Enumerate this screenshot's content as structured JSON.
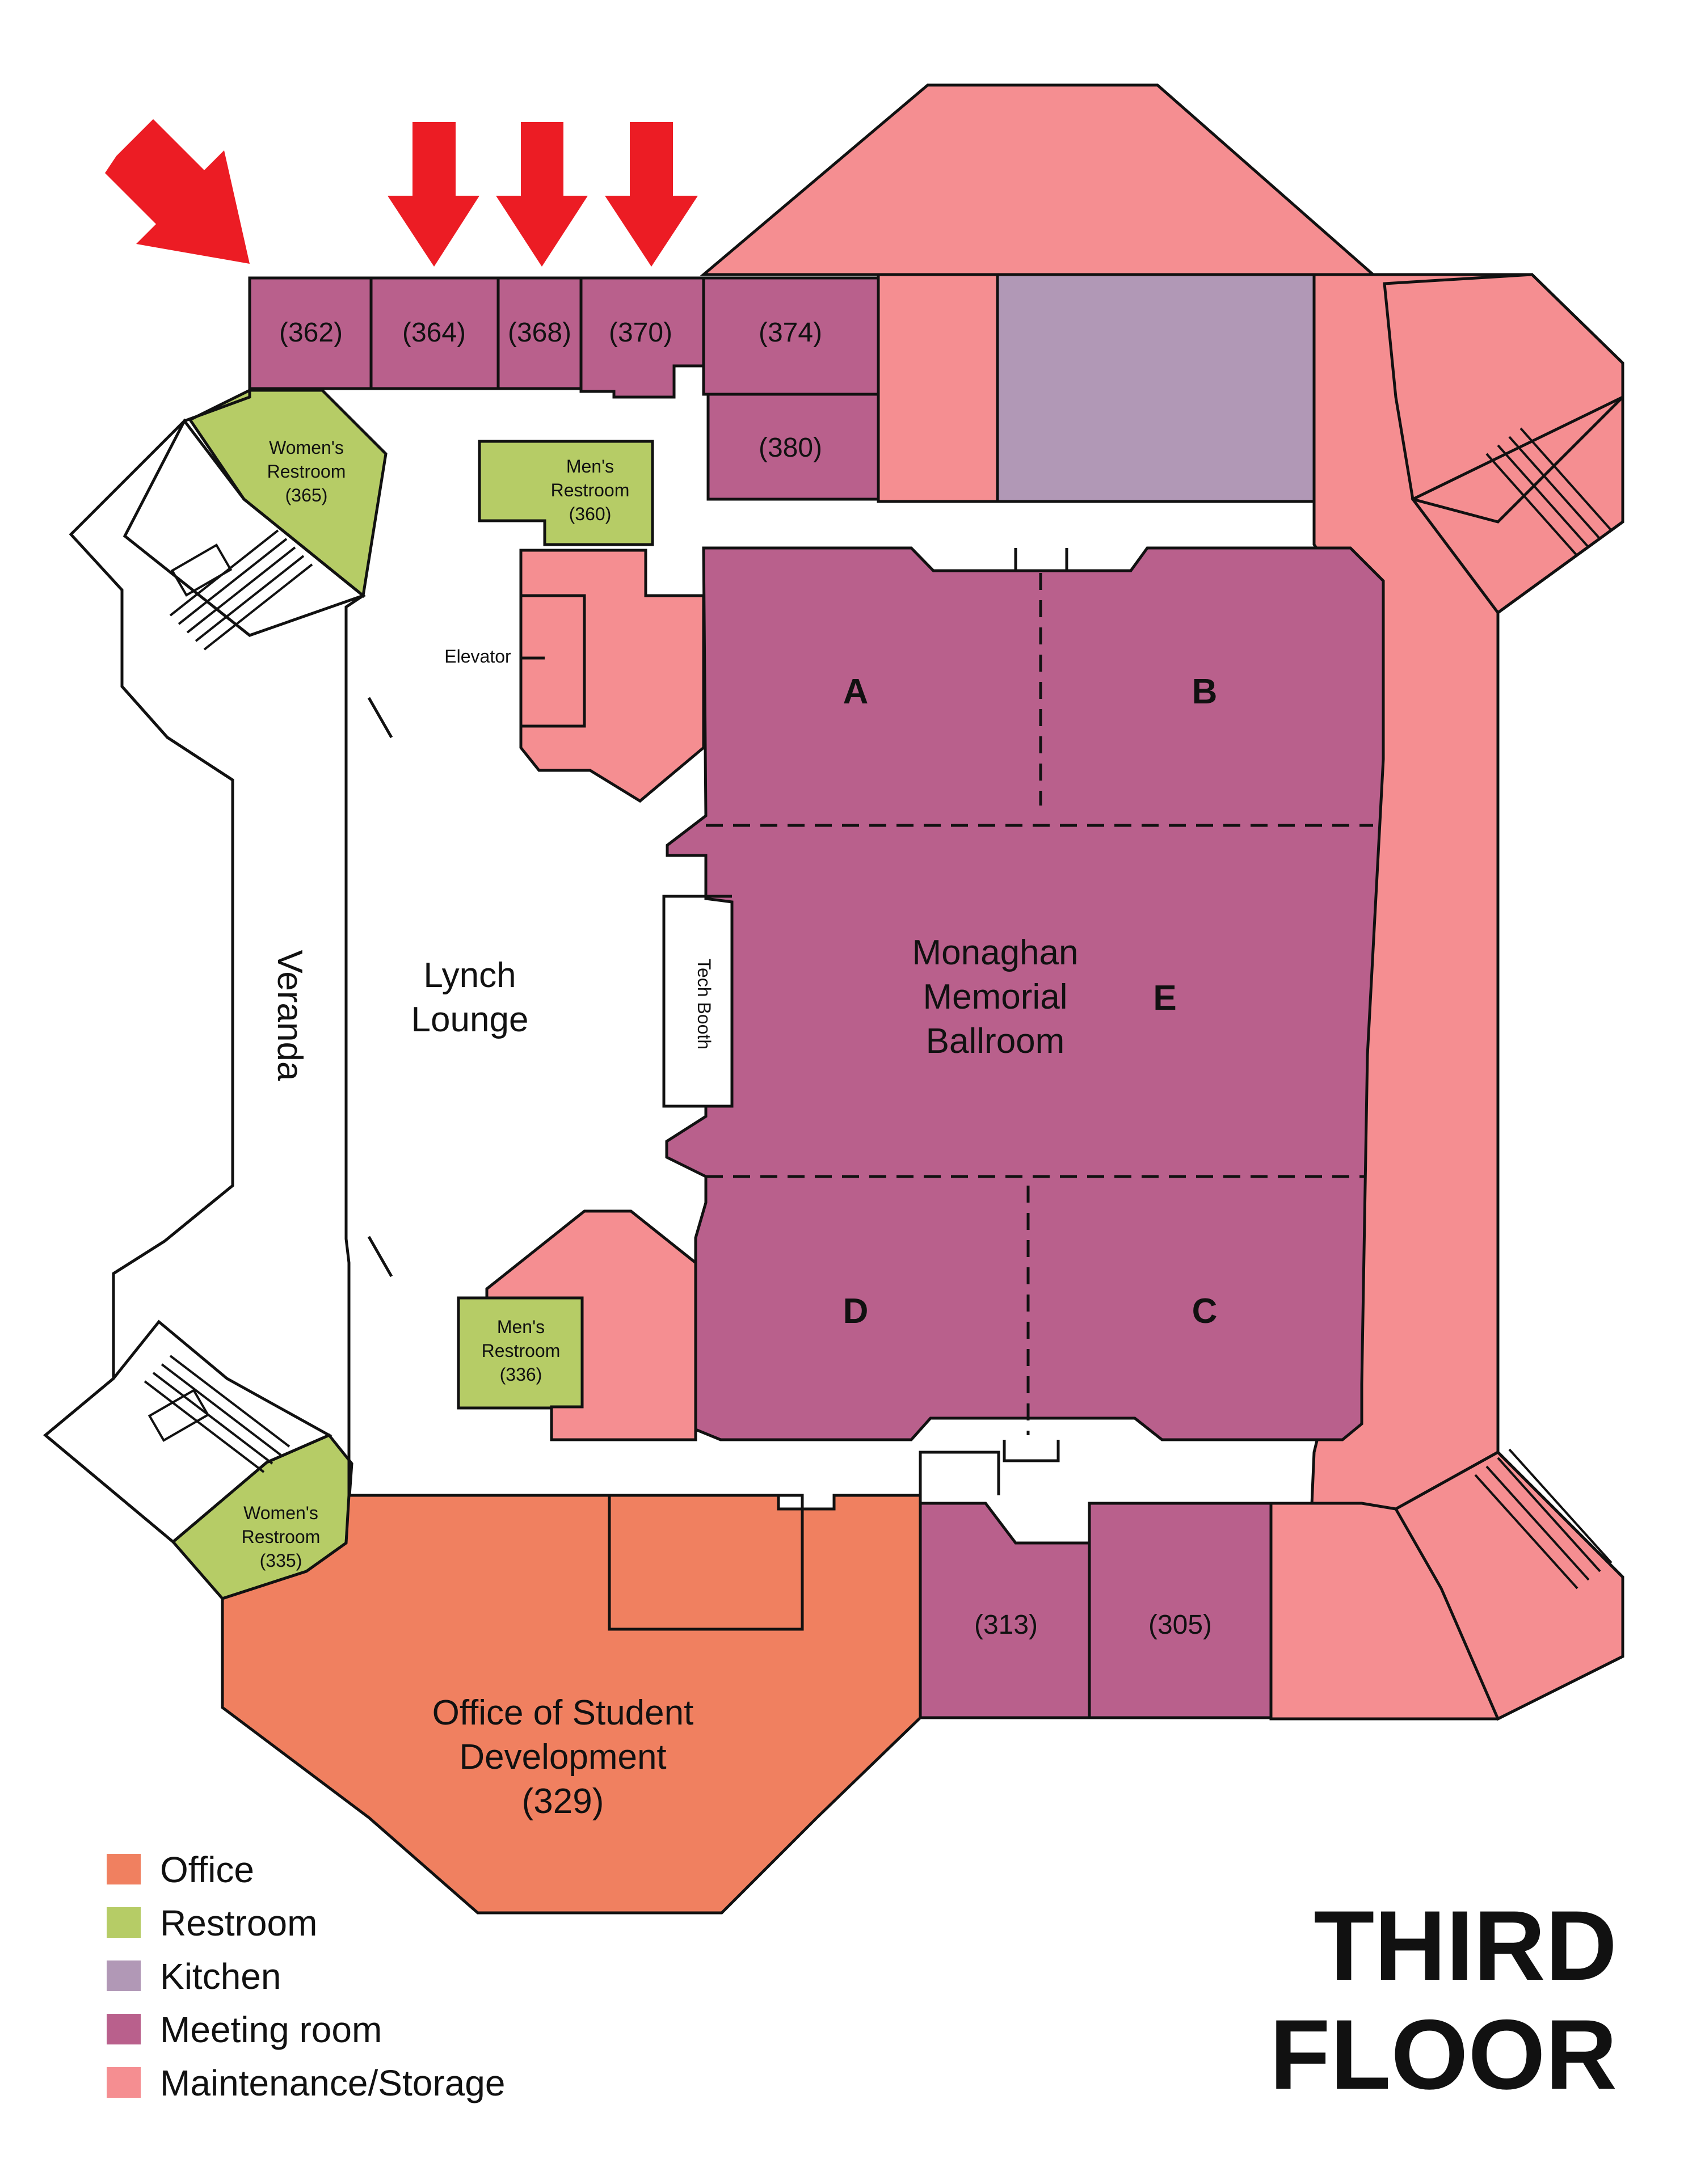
{
  "title": {
    "line1": "THIRD",
    "line2": "FLOOR"
  },
  "colors": {
    "office": "#f08060",
    "restroom": "#b6cc66",
    "kitchen": "#b198b6",
    "meeting": "#b9608c",
    "maintenance": "#f58e91",
    "arrow": "#ec1c24",
    "outline": "#111111"
  },
  "legend": [
    {
      "label": "Office",
      "color": "#f08060"
    },
    {
      "label": "Restroom",
      "color": "#b6cc66"
    },
    {
      "label": "Kitchen",
      "color": "#b198b6"
    },
    {
      "label": "Meeting room",
      "color": "#b9608c"
    },
    {
      "label": "Maintenance/Storage",
      "color": "#f58e91"
    }
  ],
  "rooms": {
    "r362": "(362)",
    "r364": "(364)",
    "r368": "(368)",
    "r370": "(370)",
    "r374": "(374)",
    "r380": "(380)",
    "r313": "(313)",
    "r305": "(305)",
    "womens_365": [
      "Women's",
      "Restroom",
      "(365)"
    ],
    "mens_360": [
      "Men's",
      "Restroom",
      "(360)"
    ],
    "mens_336": [
      "Men's",
      "Restroom",
      "(336)"
    ],
    "womens_335": [
      "Women's",
      "Restroom",
      "(335)"
    ],
    "elevator": "Elevator",
    "veranda": "Veranda",
    "lynch": [
      "Lynch",
      "Lounge"
    ],
    "tech_booth": "Tech Booth",
    "ballroom": [
      "Monaghan",
      "Memorial",
      "Ballroom"
    ],
    "sections": {
      "a": "A",
      "b": "B",
      "c": "C",
      "d": "D",
      "e": "E"
    },
    "office": [
      "Office of Student",
      "Development",
      "(329)"
    ]
  }
}
